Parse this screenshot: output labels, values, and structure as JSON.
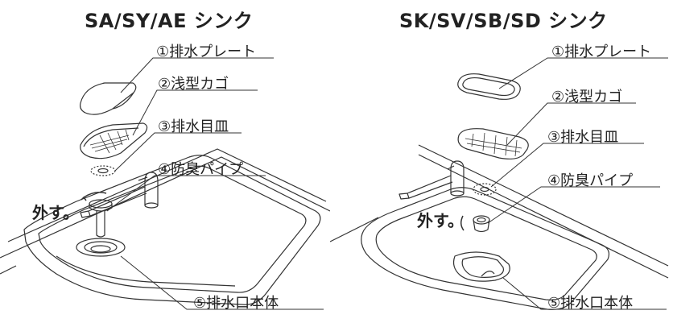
{
  "left": {
    "title": "SA/SY/AE シンク",
    "action": "外す。",
    "parts": [
      {
        "label": "①排水プレート"
      },
      {
        "label": "②浅型カゴ"
      },
      {
        "label": "③排水目皿"
      },
      {
        "label": "④防臭パイプ"
      },
      {
        "label": "⑤排水口本体"
      }
    ]
  },
  "right": {
    "title": "SK/SV/SB/SD シンク",
    "action": "外す。",
    "parts": [
      {
        "label": "①排水プレート"
      },
      {
        "label": "②浅型カゴ"
      },
      {
        "label": "③排水目皿"
      },
      {
        "label": "④防臭パイプ"
      },
      {
        "label": "⑤排水口本体"
      }
    ]
  }
}
